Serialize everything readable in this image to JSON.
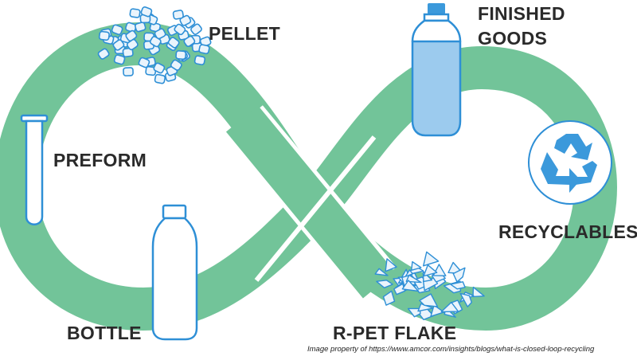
{
  "labels": {
    "pellet": "PELLET",
    "finished_goods_line1": "FINISHED",
    "finished_goods_line2": "GOODS",
    "preform": "PREFORM",
    "recyclables": "RECYCLABLES",
    "bottle": "BOTTLE",
    "rpet_flake": "R-PET FLAKE"
  },
  "credit": "Image property of https://www.amcor.com/insights/blogs/what-is-closed-loop-recycling",
  "icons": [
    "pellet-cluster-icon",
    "finished-bottle-icon",
    "preform-icon",
    "recycle-icon",
    "bottle-icon",
    "flake-cluster-icon"
  ],
  "colors": {
    "loop": "#72c499",
    "icon_stroke": "#2e8fd6",
    "icon_fill_light": "#eaf4fc",
    "bottle_fill": "#9ccbee",
    "cap": "#3b99db",
    "text": "#2a2a2a"
  }
}
